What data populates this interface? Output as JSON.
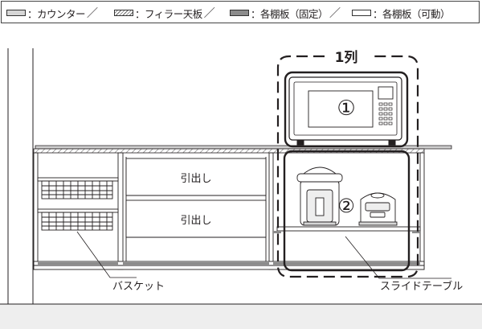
{
  "legend": [
    {
      "label": "：カウンター",
      "sep": "／"
    },
    {
      "label": "：フィラー天板",
      "sep": "／"
    },
    {
      "label": "：各棚板（固定）",
      "sep": "／"
    },
    {
      "label": "：各棚板（可動）",
      "sep": ""
    }
  ],
  "labels": {
    "column": "1列",
    "circle1": "①",
    "circle2": "②",
    "drawer1": "引出し",
    "drawer2": "引出し",
    "basket": "バスケット",
    "slide_table": "スライドテーブル"
  },
  "colors": {
    "counter": "#d6d6d6",
    "fixed_shelf": "#8c8c8c",
    "outline": "#231f20",
    "floor": "#eeeeee"
  }
}
